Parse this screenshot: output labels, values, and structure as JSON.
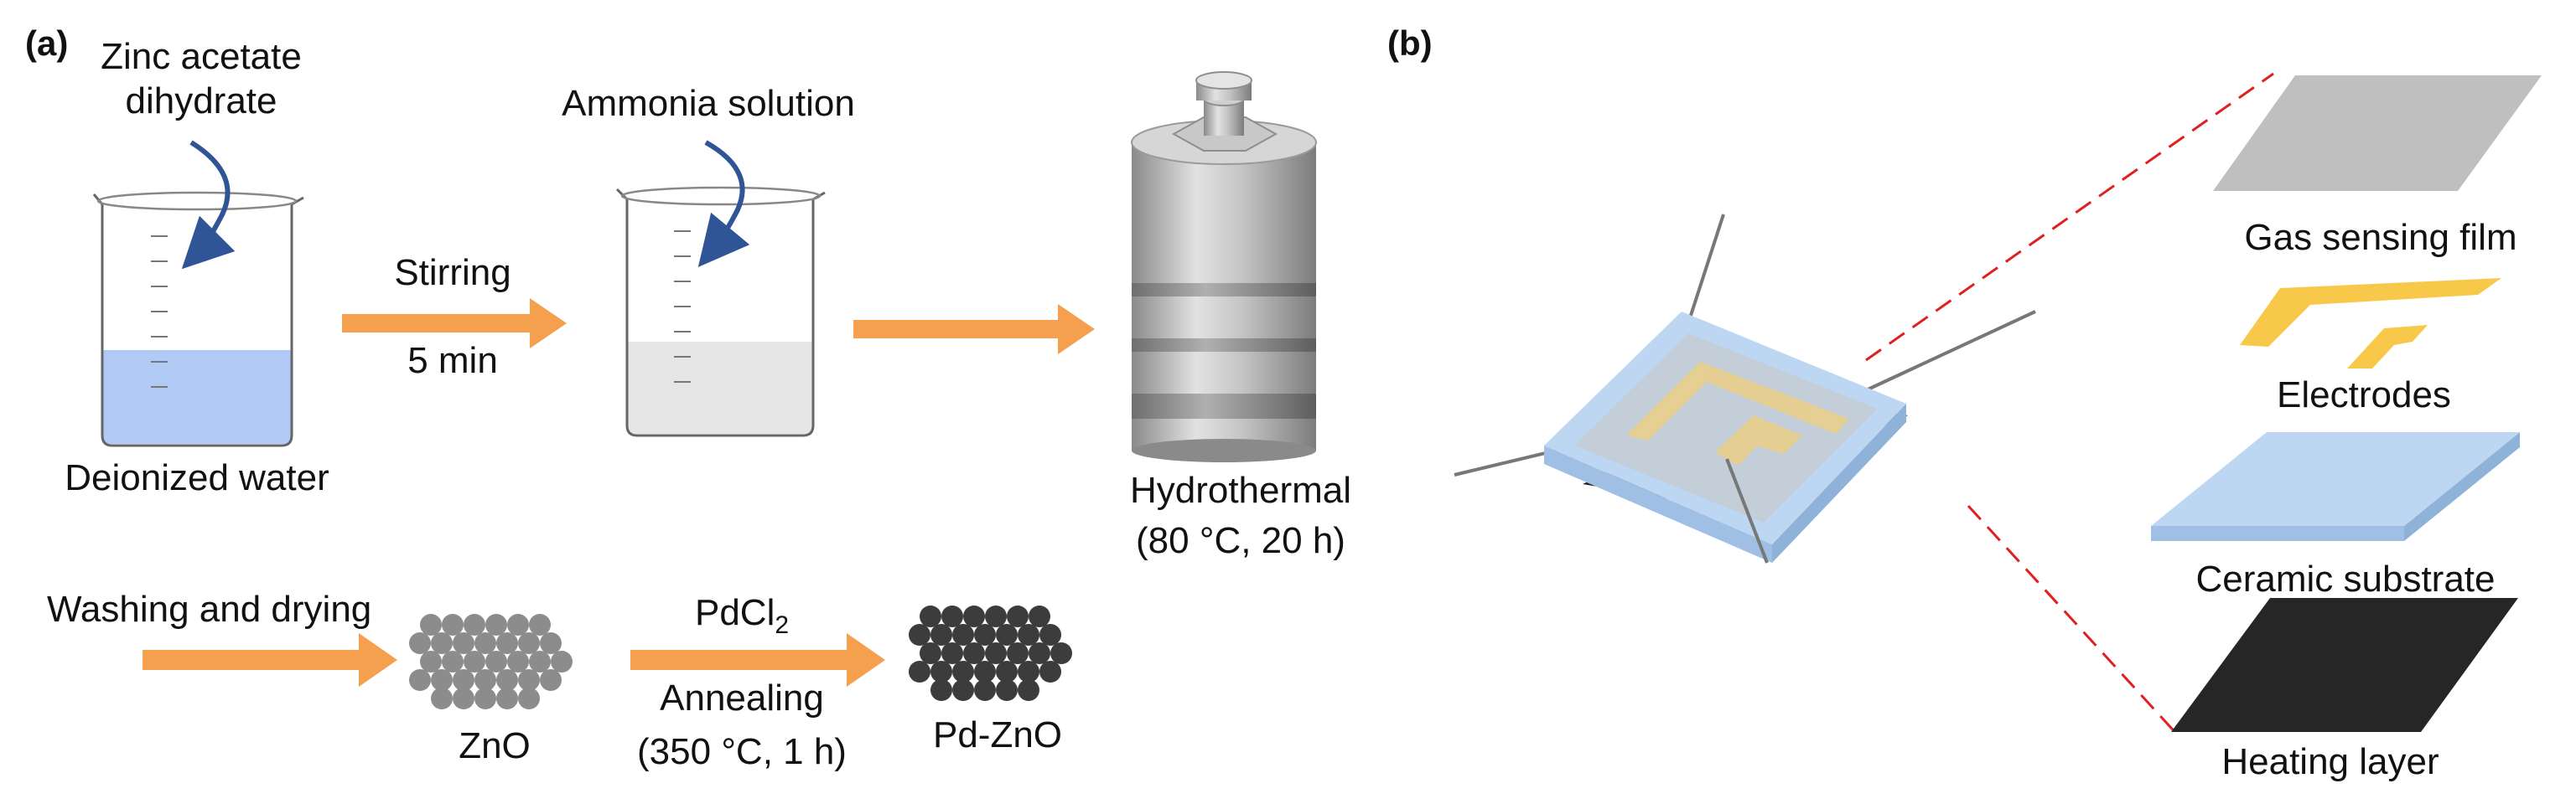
{
  "panels": {
    "a": "(a)",
    "b": "(b)"
  },
  "synthesis": {
    "zinc_line1": "Zinc acetate",
    "zinc_line2": "dihydrate",
    "deionized_water": "Deionized water",
    "stirring": "Stirring",
    "time": "5 min",
    "ammonia": "Ammonia solution",
    "hydrothermal": "Hydrothermal",
    "hydrothermal_cond": "(80 °C, 20 h)",
    "washing": "Washing and drying",
    "zno": "ZnO",
    "pdcl": "PdCl",
    "pdcl_sub": "2",
    "annealing": "Annealing",
    "annealing_cond": "(350 °C, 1 h)",
    "pdzno": "Pd-ZnO"
  },
  "sensor": {
    "layers": [
      "Gas  sensing film",
      "Electrodes",
      "Ceramic substrate",
      "Heating layer"
    ]
  },
  "colors": {
    "arrow": "#f4a04f",
    "water": "#a9c4f4",
    "solution": "#e6e6e6",
    "curl": "#2f5597",
    "autoclave": "#b4b4b4",
    "zno": "#8c8c8c",
    "pdzno": "#3c3c3c",
    "film": "#bfbfbf",
    "electrode": "#f7c84a",
    "substrate": "#bdd7f2",
    "heater": "#222222",
    "dash": "#e02020",
    "wire": "#777777"
  }
}
